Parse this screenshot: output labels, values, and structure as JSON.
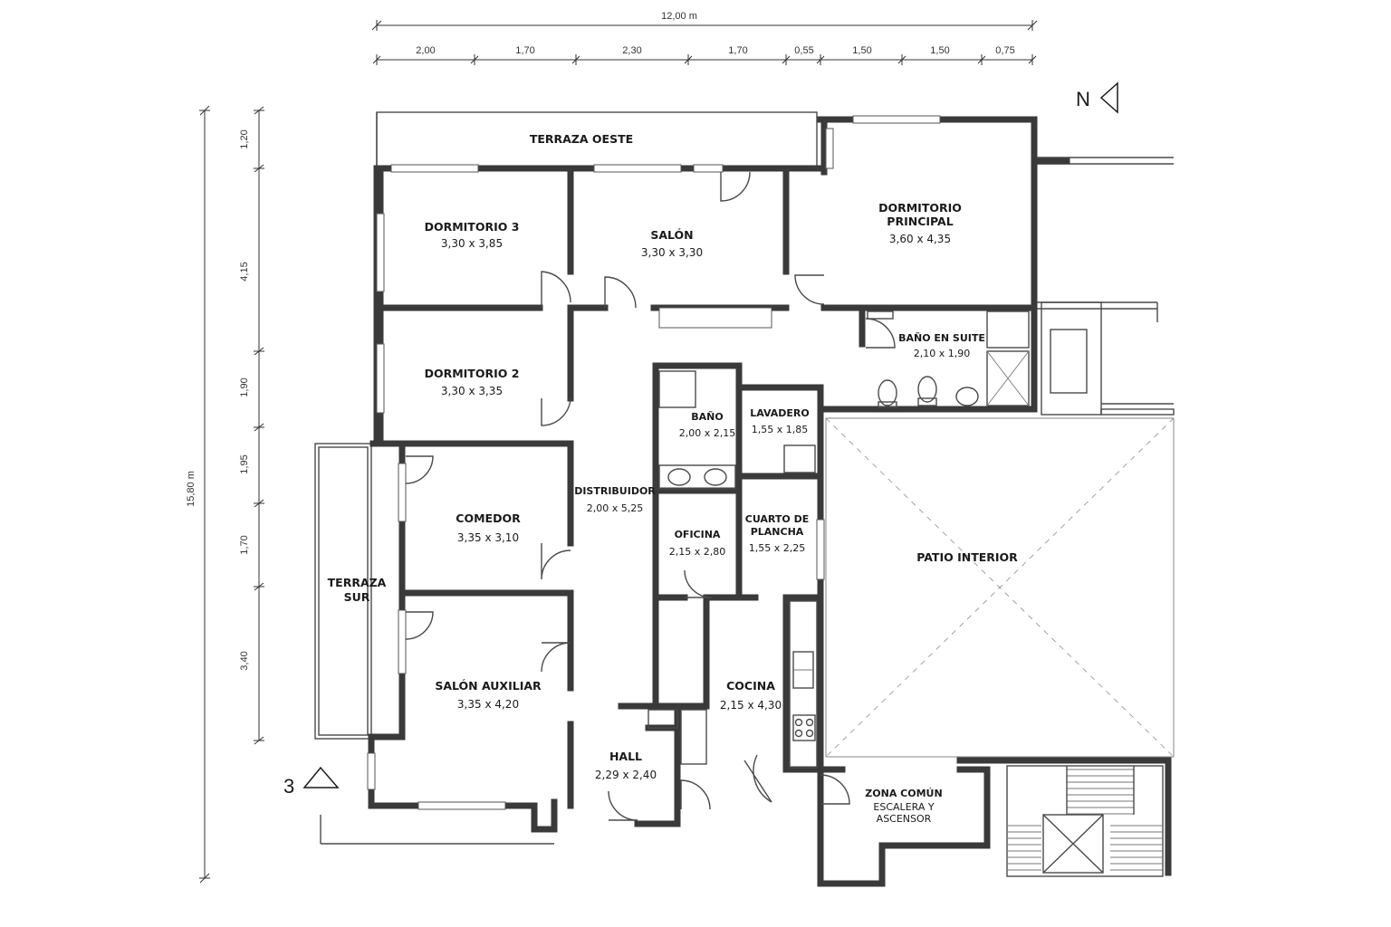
{
  "north_label": "N",
  "section_label": "3",
  "dimensions": {
    "total_width": "12,00 m",
    "total_height": "15,80 m",
    "horizontal": [
      "2,00",
      "1,70",
      "2,30",
      "1,70",
      "0,55",
      "1,50",
      "1,50",
      "0,75"
    ],
    "vertical": [
      "1,20",
      "4,15",
      "1,90",
      "1,95",
      "1,70",
      "3,40"
    ]
  },
  "rooms": {
    "terraza_oeste": {
      "name": "TERRAZA OESTE"
    },
    "dormitorio_3": {
      "name": "DORMITORIO 3",
      "size": "3,30 x 3,85"
    },
    "salon": {
      "name": "SALÓN",
      "size": "3,30 x 3,30"
    },
    "dormitorio_principal": {
      "name_line1": "DORMITORIO",
      "name_line2": "PRINCIPAL",
      "size": "3,60 x 4,35"
    },
    "bano_suite": {
      "name": "BAÑO EN SUITE",
      "size": "2,10 x 1,90"
    },
    "dormitorio_2": {
      "name": "DORMITORIO 2",
      "size": "3,30 x 3,35"
    },
    "bano": {
      "name": "BAÑO",
      "size": "2,00 x 2,15"
    },
    "lavadero": {
      "name": "LAVADERO",
      "size": "1,55 x 1,85"
    },
    "distribuidor": {
      "name": "DISTRIBUIDOR",
      "size": "2,00 x 5,25"
    },
    "comedor": {
      "name": "COMEDOR",
      "size": "3,35 x 3,10"
    },
    "oficina": {
      "name": "OFICINA",
      "size": "2,15 x 2,80"
    },
    "cuarto_plancha": {
      "name_line1": "CUARTO DE",
      "name_line2": "PLANCHA",
      "size": "1,55 x 2,25"
    },
    "patio": {
      "name": "PATIO INTERIOR"
    },
    "terraza_sur": {
      "name_line1": "TERRAZA",
      "name_line2": "SUR"
    },
    "salon_auxiliar": {
      "name": "SALÓN AUXILIAR",
      "size": "3,35 x 4,20"
    },
    "cocina": {
      "name": "COCINA",
      "size": "2,15 x 4,30"
    },
    "hall": {
      "name": "HALL",
      "size": "2,29 x 2,40"
    },
    "zona_comun": {
      "line1": "ZONA COMÚN",
      "line2": "ESCALERA Y",
      "line3": "ASCENSOR"
    }
  }
}
